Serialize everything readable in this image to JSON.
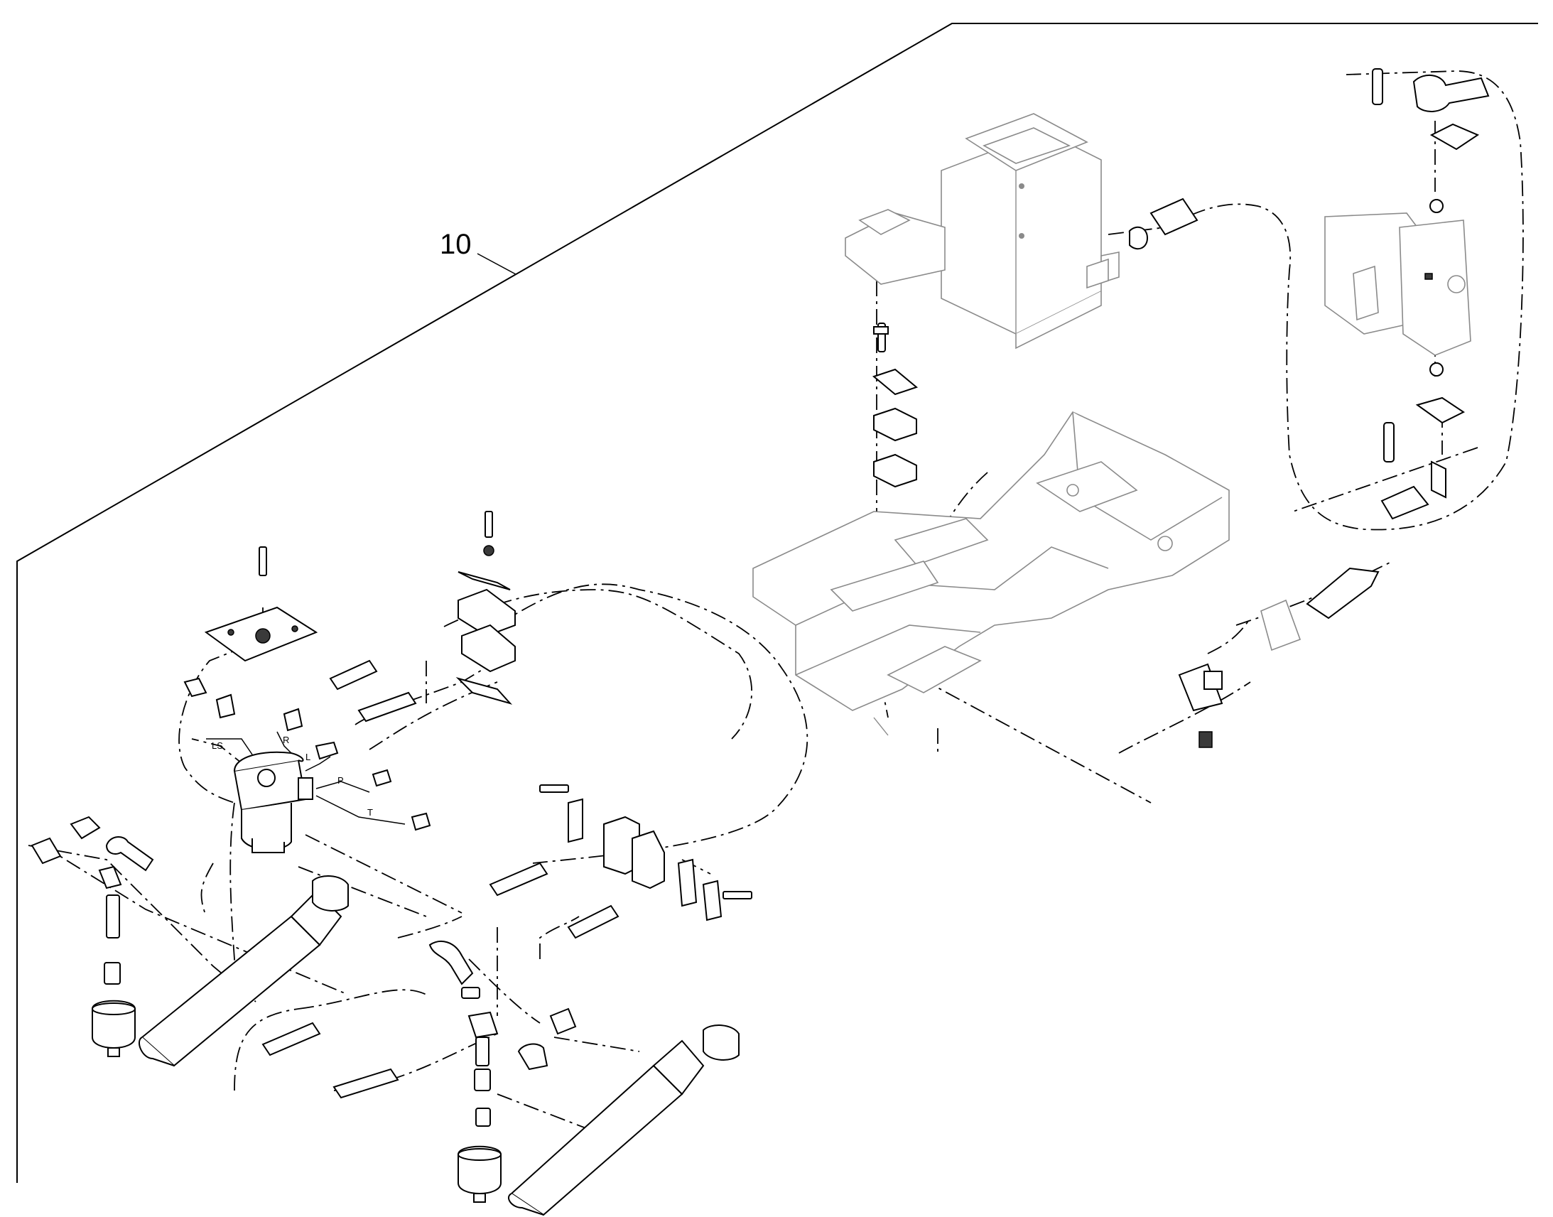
{
  "callouts": {
    "assembly": "10"
  },
  "port_labels": {
    "ls": "LS",
    "r": "R",
    "l": "L",
    "p": "P",
    "t": "T"
  }
}
